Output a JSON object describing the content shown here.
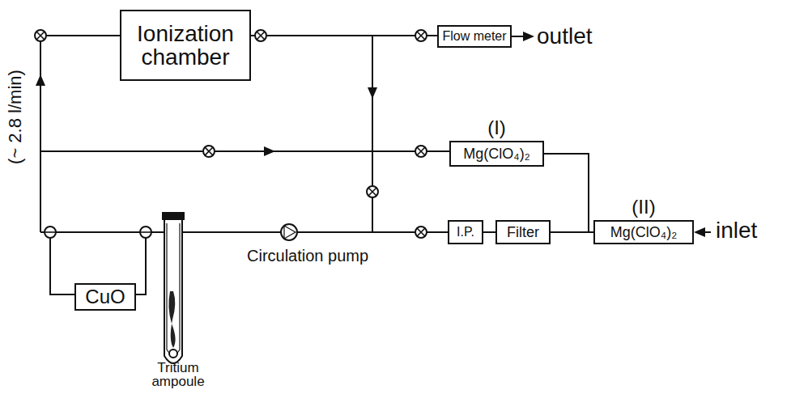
{
  "diagram": {
    "nodes": [
      {
        "text": [
          "Ionization chamber"
        ]
      },
      {
        "text": [
          "Flow meter"
        ]
      },
      {
        "text": [
          "(I)",
          "Mg(ClO₄)₂"
        ]
      },
      {
        "text": [
          "I.P."
        ]
      },
      {
        "text": [
          "Filter"
        ]
      },
      {
        "text": [
          "(II)",
          "Mg(ClO₄)₂"
        ]
      },
      {
        "text": [
          "CuO"
        ]
      }
    ],
    "edges": [
      {
        "from": 0,
        "to": 1,
        "arrow": "none"
      },
      {
        "from": 5,
        "to": 4,
        "arrow": "none"
      },
      {
        "from": 5,
        "to": 2,
        "arrow": "none"
      },
      {
        "from": 4,
        "to": 3,
        "arrow": "none"
      }
    ],
    "labels": [
      "(~ 2.8 l/min)",
      "outlet",
      "inlet",
      "Circulation pump",
      "Tritium ampoule"
    ]
  }
}
